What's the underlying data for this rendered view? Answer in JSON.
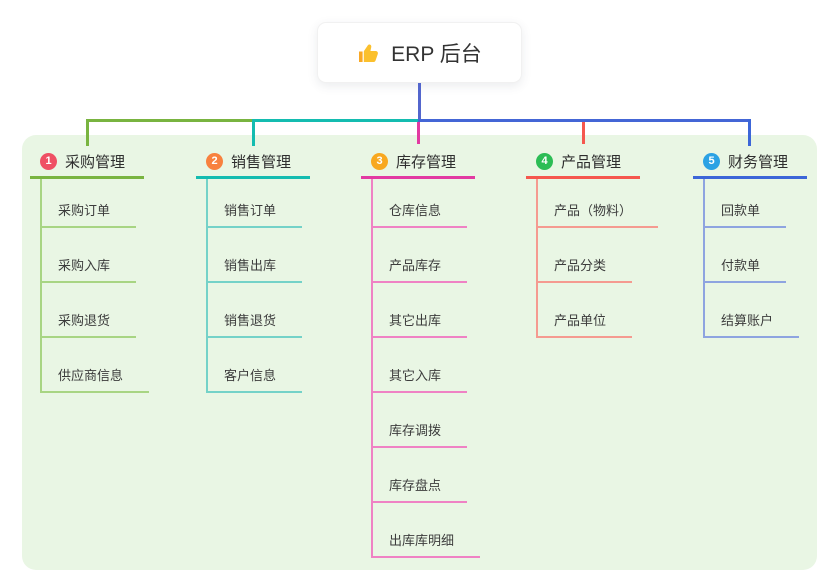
{
  "root": {
    "icon": "thumbs-up",
    "title": "ERP 后台"
  },
  "colors": {
    "stem": "#5366cd",
    "rail_blue": "#4466d6",
    "panel_background": "#e9f6e4"
  },
  "branches": [
    {
      "number": "1",
      "label": "采购管理",
      "badge_color": "#ef5064",
      "line_color": "#79b440",
      "light_color": "#a8d583",
      "children": [
        "采购订单",
        "采购入库",
        "采购退货",
        "供应商信息"
      ]
    },
    {
      "number": "2",
      "label": "销售管理",
      "badge_color": "#f8813e",
      "line_color": "#14bcb0",
      "light_color": "#74d2c8",
      "children": [
        "销售订单",
        "销售出库",
        "销售退货",
        "客户信息"
      ]
    },
    {
      "number": "3",
      "label": "库存管理",
      "badge_color": "#f8a81f",
      "line_color": "#e23aa2",
      "light_color": "#ef82c4",
      "children": [
        "仓库信息",
        "产品库存",
        "其它出库",
        "其它入库",
        "库存调拨",
        "库存盘点",
        "出库库明细"
      ]
    },
    {
      "number": "4",
      "label": "产品管理",
      "badge_color": "#2cbd55",
      "line_color": "#f5574e",
      "light_color": "#f59a90",
      "children": [
        "产品（物料）",
        "产品分类",
        "产品单位"
      ]
    },
    {
      "number": "5",
      "label": "财务管理",
      "badge_color": "#2ba2e4",
      "line_color": "#3c66d8",
      "light_color": "#8ea4e0",
      "children": [
        "回款单",
        "付款单",
        "结算账户"
      ]
    }
  ]
}
